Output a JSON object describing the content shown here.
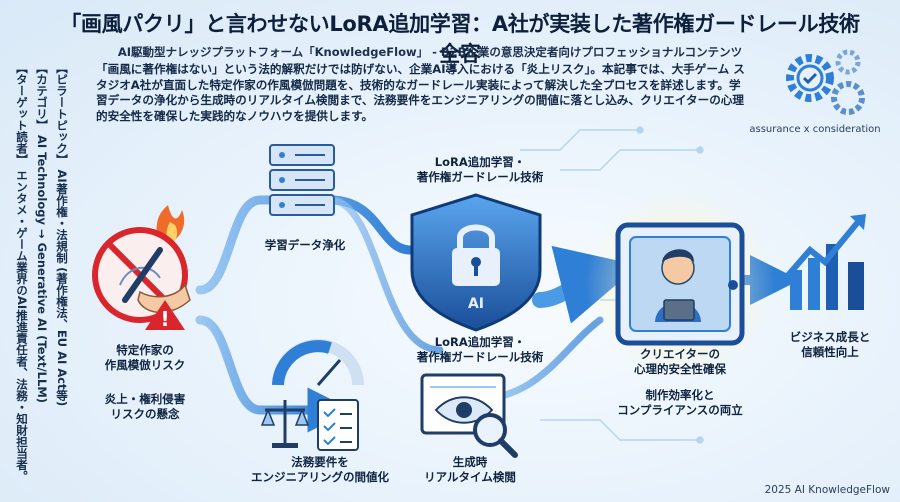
{
  "title": "「画風パクリ」と言わせないLoRA追加学習：A社が実装した著作権ガードレール技術全容",
  "subtitle": "AI駆動型ナレッジプラットフォーム「KnowledgeFlow」 - B2B企業の意思決定者向けプロフェッショナルコンテンツ",
  "summary": "「画風に著作権はない」という法的解釈だけでは防げない、企業AI導入における「炎上リスク」。本記事では、大手ゲーム スタジオA社が直面した特定作家の作風模倣問題を、技術的なガードレール実装によって解決した全プロセスを詳述します。学習データの浄化から生成時のリアルタイム検閲まで、法務要件をエンジニアリングの間値に落とし込み、クリエイターの心理的安全性を確保した実践的なノウハウを提供します。",
  "sidebar": {
    "target": "【ターゲット読者】 エンタメ・ゲーム業界のAI推進責任者、法務・知財担当者。",
    "category": "【カテゴリ】 AI Technology → Generative AI (Text/LLM)",
    "topic": "【ピラートピック】 AI著作権・法規制 (著作権法、EU AI Act等)"
  },
  "gear_caption": "assurance x consideration",
  "shield_badge": "AI",
  "labels": {
    "risk": "特定作家の\n作風模倣リスク",
    "flame": "炎上・権利侵害\nリスクの懸念",
    "purify": "学習データ浄化",
    "lora_top": "LoRA追加学習・\n著作権ガードレール技術",
    "lora_mid": "LoRA追加学習・\n著作権ガードレール技術",
    "legal": "法務要件を\nエンジニアリングの間値化",
    "realtime": "生成時\nリアルタイム検閲",
    "creator": "クリエイターの\n心理的安全性確保",
    "efficiency": "制作効率化と\nコンプライアンスの両立",
    "growth": "ビジネス成長と\n信頼性向上"
  },
  "footer": "2025 AI KnowledgeFlow",
  "colors": {
    "flow": "#3f8fe0",
    "shield": "#1f5fb3",
    "risk_red": "#d9262c",
    "gold": "#f3c544"
  }
}
